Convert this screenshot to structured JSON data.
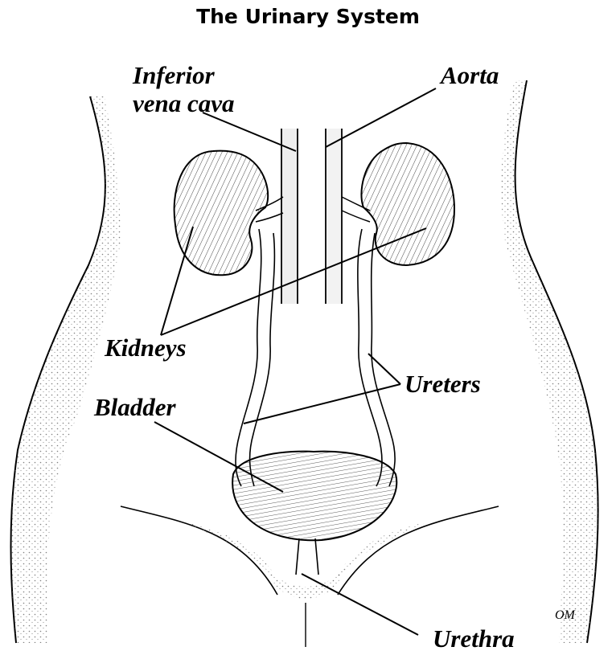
{
  "title": "The Urinary System",
  "labels": {
    "ivc_line1": "Inferior",
    "ivc_line2": "vena cava",
    "aorta": "Aorta",
    "kidneys": "Kidneys",
    "ureters": "Ureters",
    "bladder": "Bladder",
    "urethra": "Urethra"
  },
  "artist_signature": "OM"
}
